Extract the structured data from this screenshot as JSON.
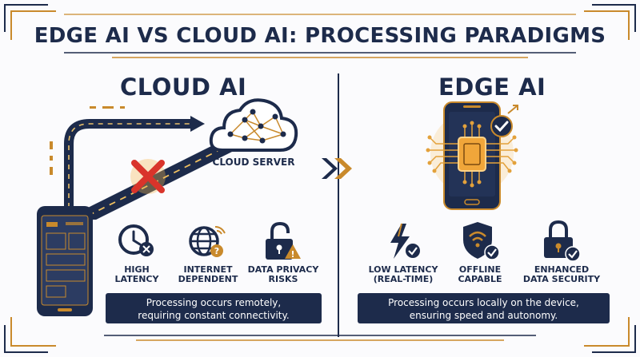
{
  "title": "EDGE AI VS CLOUD AI: PROCESSING PARADIGMS",
  "cloud": {
    "heading": "CLOUD AI",
    "server_label": "CLOUD SERVER",
    "features": [
      {
        "line1": "HIGH",
        "line2": "LATENCY",
        "icon": "clock-x-icon"
      },
      {
        "line1": "INTERNET",
        "line2": "DEPENDENT",
        "icon": "globe-wifi-icon"
      },
      {
        "line1": "DATA PRIVACY",
        "line2": "RISKS",
        "icon": "unlocked-padlock-warning-icon"
      }
    ],
    "summary_line1": "Processing occurs remotely,",
    "summary_line2": "requiring constant connectivity."
  },
  "edge": {
    "heading": "EDGE AI",
    "features": [
      {
        "line1": "LOW LATENCY",
        "line2": "(REAL-TIME)",
        "icon": "lightning-check-icon"
      },
      {
        "line1": "OFFLINE",
        "line2": "CAPABLE",
        "icon": "shield-wifi-check-icon"
      },
      {
        "line1": "ENHANCED",
        "line2": "DATA SECURITY",
        "icon": "locked-padlock-check-icon"
      }
    ],
    "summary_line1": "Processing occurs locally on the device,",
    "summary_line2": "ensuring speed and autonomy."
  },
  "colors": {
    "navy": "#1d2b4b",
    "gold": "#c98a2c",
    "orange": "#e38a1e",
    "red": "#d9342b",
    "background": "#fbfbfd"
  }
}
